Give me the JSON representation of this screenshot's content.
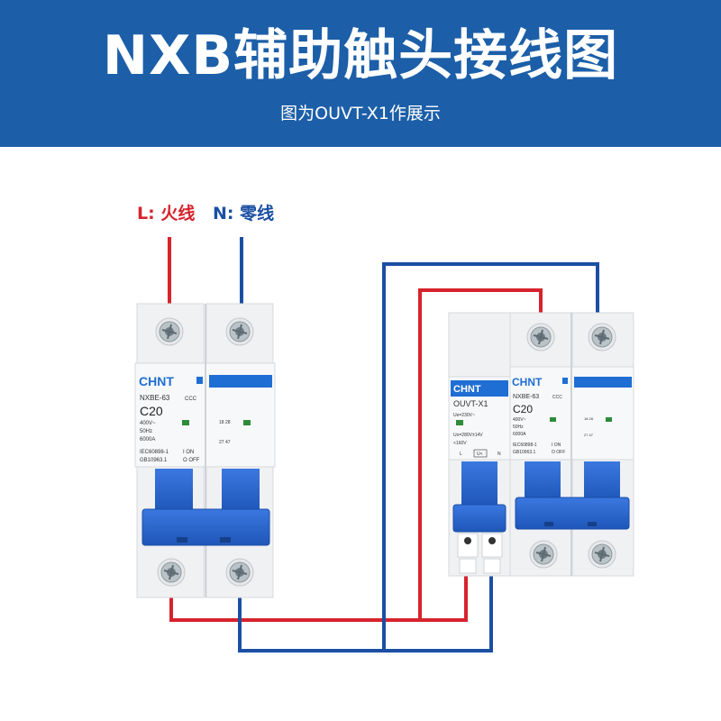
{
  "header": {
    "title": "NXB辅助触头接线图",
    "subtitle": "图为OUVT-X1作展示",
    "background_color": "#1c5fa8"
  },
  "wire_labels": {
    "live": "L: 火线",
    "neutral": "N: 零线",
    "live_color": "#d7232d",
    "neutral_color": "#1b4fa3"
  },
  "breaker_main": {
    "brand": "CHNT",
    "model": "NXBE-63",
    "cert": "CCC",
    "rating": "C20",
    "spec_voltage": "400V~",
    "spec_freq": "50Hz",
    "spec_capacity": "6000A",
    "std_1": "IEC60898-1",
    "std_2": "GB10963.1",
    "on_label": "I ON",
    "off_label": "O OFF",
    "aux_terminals": "18 28",
    "aux_terminals_2": "27 47"
  },
  "ouvt_module": {
    "brand": "CHNT",
    "model": "OUVT-X1",
    "ue": "Ue=230V~",
    "uo_range": "Uo=280V±14V",
    "uo_low": "<160V",
    "terminal_l": "L",
    "terminal_u": "U<",
    "terminal_n": "N"
  },
  "breaker_secondary": {
    "brand": "CHNT",
    "model": "NXBE-63",
    "cert": "CCC",
    "rating": "C20",
    "spec_voltage": "400V~",
    "spec_freq": "50Hz",
    "spec_capacity": "6000A",
    "std_1": "IEC60898-1",
    "std_2": "GB10963.1",
    "on_label": "I ON",
    "off_label": "O OFF",
    "aux_terminals": "18 28",
    "aux_terminals_2": "27 47"
  },
  "colors": {
    "device_body": "#f2f3f5",
    "handle_blue": "#2e68d4",
    "label_blue": "#1f6ed4",
    "brand_red": "#d7232d"
  }
}
